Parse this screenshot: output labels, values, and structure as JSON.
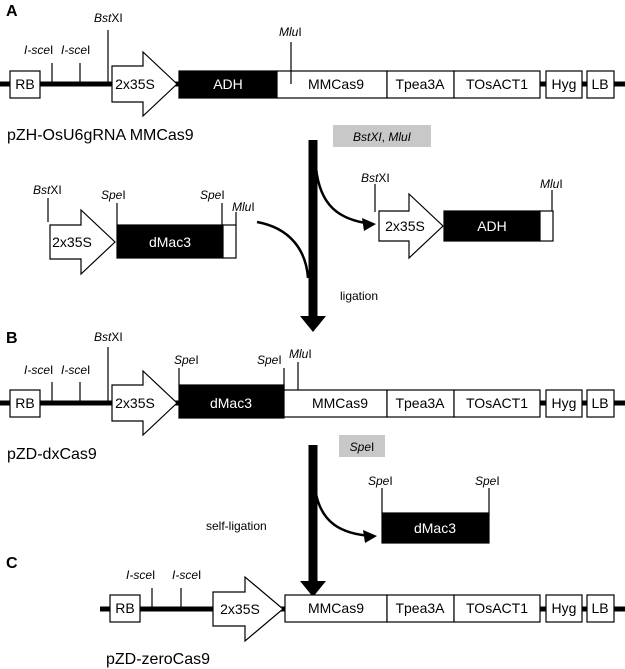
{
  "panels": {
    "a": "A",
    "b": "B",
    "c": "C"
  },
  "sites": {
    "isce_prefix": "I-sce",
    "isce_suffix": "I",
    "bstxi_prefix": "Bst",
    "bstxi_suffix": "XI",
    "mlui_prefix": "Mlu",
    "mlui_suffix": "I",
    "spei_prefix": "Spe",
    "spei_suffix": "I"
  },
  "elements": {
    "rb": "RB",
    "p35s": "2x35S",
    "adh": "ADH",
    "mmcas9": "MMCas9",
    "tpea3a": "Tpea3A",
    "tosact1": "TOsACT1",
    "hyg": "Hyg",
    "lb": "LB",
    "dmac3": "dMac3"
  },
  "plasmids": {
    "a": "pZH-OsU6gRNA MMCas9",
    "b": "pZD-dxCas9",
    "c": "pZD-zeroCas9"
  },
  "steps": {
    "digest1_a": "BstXI",
    "digest1_sep": ", ",
    "digest1_b": "MluI",
    "ligation": "ligation",
    "digest2": "SpeI",
    "selfligation": "self-ligation"
  }
}
